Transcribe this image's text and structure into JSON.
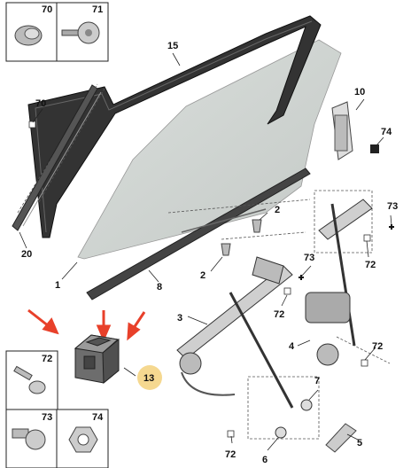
{
  "callouts": {
    "c1": "1",
    "c2a": "2",
    "c2b": "2",
    "c3": "3",
    "c4": "4",
    "c5": "5",
    "c6": "6",
    "c7": "7",
    "c8": "8",
    "c10": "10",
    "c13": "13",
    "c15": "15",
    "c20": "20",
    "c70": "70",
    "c72a": "72",
    "c72b": "72",
    "c72c": "72",
    "c72d": "72",
    "c73a": "73",
    "c73b": "73",
    "c74": "74"
  },
  "legend": {
    "box70": "70",
    "box71": "71",
    "box72": "72",
    "box73": "73",
    "box74": "74"
  },
  "colors": {
    "highlight_badge": "#f5d890",
    "arrow": "#e8402a",
    "glass": "#cfd3cf"
  }
}
